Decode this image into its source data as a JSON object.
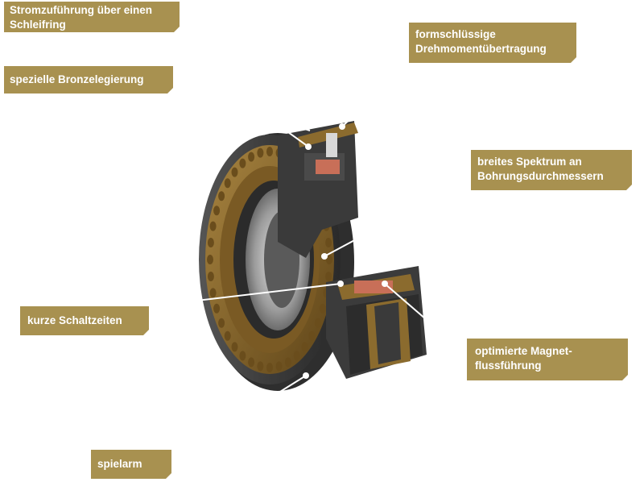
{
  "labels": {
    "slip_ring": [
      "Stromzuführung über einen",
      "Schleifring"
    ],
    "bronze": [
      "spezielle Bronzelegierung"
    ],
    "form_fit": [
      "formschlüssige",
      "Drehmomentübertragung"
    ],
    "bore_range": [
      "breites Spektrum an",
      "Bohrungsdurchmessern"
    ],
    "switching": [
      "kurze Schaltzeiten"
    ],
    "magnet_flux": [
      "optimierte Magnet-",
      "flussführung"
    ],
    "low_backlash": [
      "spielarm"
    ]
  },
  "colors": {
    "label_bg": "#a89150",
    "label_text": "#ffffff",
    "bronze": "#8b6b2e",
    "steel_dark": "#3a3a3a",
    "steel_light": "#c8c8c8",
    "coil": "#c86f58"
  }
}
